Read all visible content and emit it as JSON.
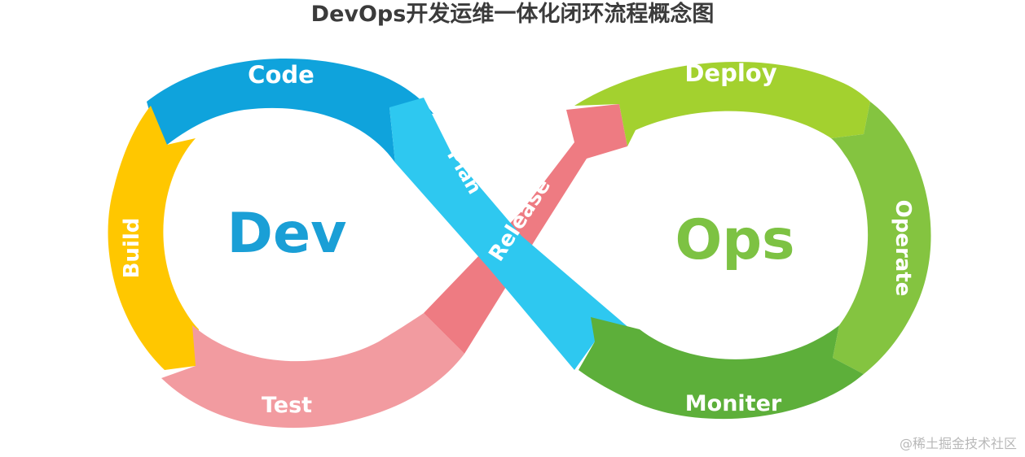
{
  "title": "DevOps开发运维一体化闭环流程概念图",
  "watermark": "@稀土掘金技术社区",
  "loops": {
    "dev": {
      "label": "Dev",
      "color": "#1a9fd6"
    },
    "ops": {
      "label": "Ops",
      "color": "#7dc243"
    }
  },
  "segments": {
    "code": {
      "label": "Code",
      "color": "#0fa3dc"
    },
    "build": {
      "label": "Build",
      "color": "#ffc700"
    },
    "test": {
      "label": "Test",
      "color": "#f08e95"
    },
    "release": {
      "label": "Release",
      "color": "#ee7b82"
    },
    "plan": {
      "label": "Plan",
      "color": "#2ec8f0"
    },
    "deploy": {
      "label": "Deploy",
      "color": "#a3d12f"
    },
    "operate": {
      "label": "Operate",
      "color": "#84c440"
    },
    "moniter": {
      "label": "Moniter",
      "color": "#5daf3a"
    }
  }
}
